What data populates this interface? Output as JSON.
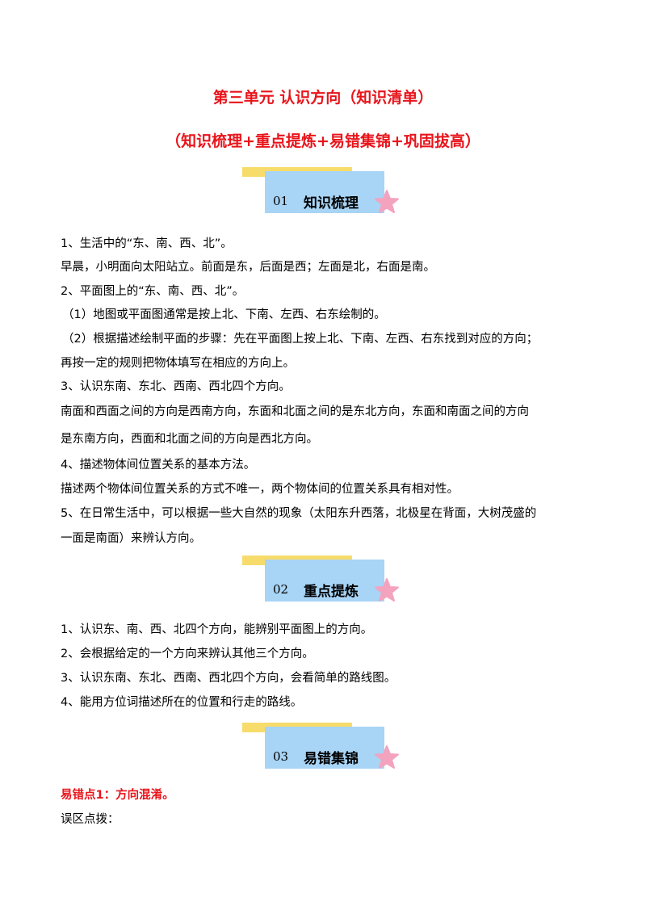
{
  "title": "第三单元  认识方向（知识清单）",
  "subtitle": "（知识梳理+重点提炼+易错集锦+巩固拔高）",
  "sections": [
    {
      "number": "01",
      "name": "知识梳理"
    },
    {
      "number": "02",
      "name": "重点提炼"
    },
    {
      "number": "03",
      "name": "易错集锦"
    }
  ],
  "knowledge_lines": [
    "1、生活中的“东、南、西、北”。",
    "早晨，小明面向太阳站立。前面是东，后面是西；左面是北，右面是南。",
    "2、平面图上的“东、南、西、北”。",
    "（1）地图或平面图通常是按上北、下南、左西、右东绘制的。",
    "（2）根据描述绘制平面的步骤：先在平面图上按上北、下南、左西、右东找到对应的方向；",
    "再按一定的规则把物体填写在相应的方向上。",
    "3、认识东南、东北、西南、西北四个方向。",
    "南面和西面之间的方向是西南方向，东面和北面之间的是东北方向，东面和南面之间的方向",
    "是东南方向，西面和北面之间的方向是西北方向。",
    "4、描述物体间位置关系的基本方法。",
    "描述两个物体间位置关系的方式不唯一，两个物体间的位置关系具有相对性。",
    "5、在日常生活中，可以根据一些大自然的现象（太阳东升西落，北极星在背面，大树茂盛的",
    "一面是南面）来辨认方向。"
  ],
  "key_points": [
    "1、认识东、南、西、北四个方向，能辨别平面图上的方向。",
    "2、会根据给定的一个方向来辨认其他三个方向。",
    "3、认识东南、东北、西南、西北四个方向，会看简单的路线图。",
    "4、能用方位词描述所在的位置和行走的路线。"
  ],
  "error_point_title": "易错点1：方向混淆。",
  "error_tip_label": "误区点拨：",
  "colors": {
    "title_red": "#e8141b",
    "banner_yellow": "#f7dc6c",
    "banner_blue": "#a8d4f5",
    "star_pink": "#f4a3bf"
  }
}
